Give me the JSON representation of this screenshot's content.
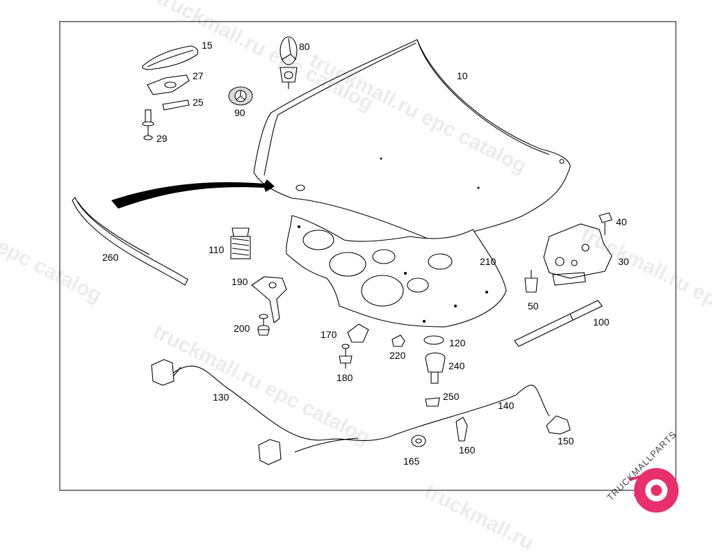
{
  "diagram": {
    "callouts": {
      "c10": "10",
      "c15": "15",
      "c25": "25",
      "c27": "27",
      "c29": "29",
      "c30": "30",
      "c40": "40",
      "c50": "50",
      "c80": "80",
      "c90": "90",
      "c100": "100",
      "c110": "110",
      "c120": "120",
      "c130": "130",
      "c140": "140",
      "c150": "150",
      "c160": "160",
      "c165": "165",
      "c170": "170",
      "c180": "180",
      "c190": "190",
      "c200": "200",
      "c210": "210",
      "c220": "220",
      "c240": "240",
      "c250": "250",
      "c260": "260"
    }
  },
  "watermark": {
    "text_a": "truckmall.ru epc catalog",
    "text_b": "l epc catalog",
    "text_c": "truckmall.ru"
  },
  "logo": {
    "text": "TRUCKMALLPARTS"
  }
}
